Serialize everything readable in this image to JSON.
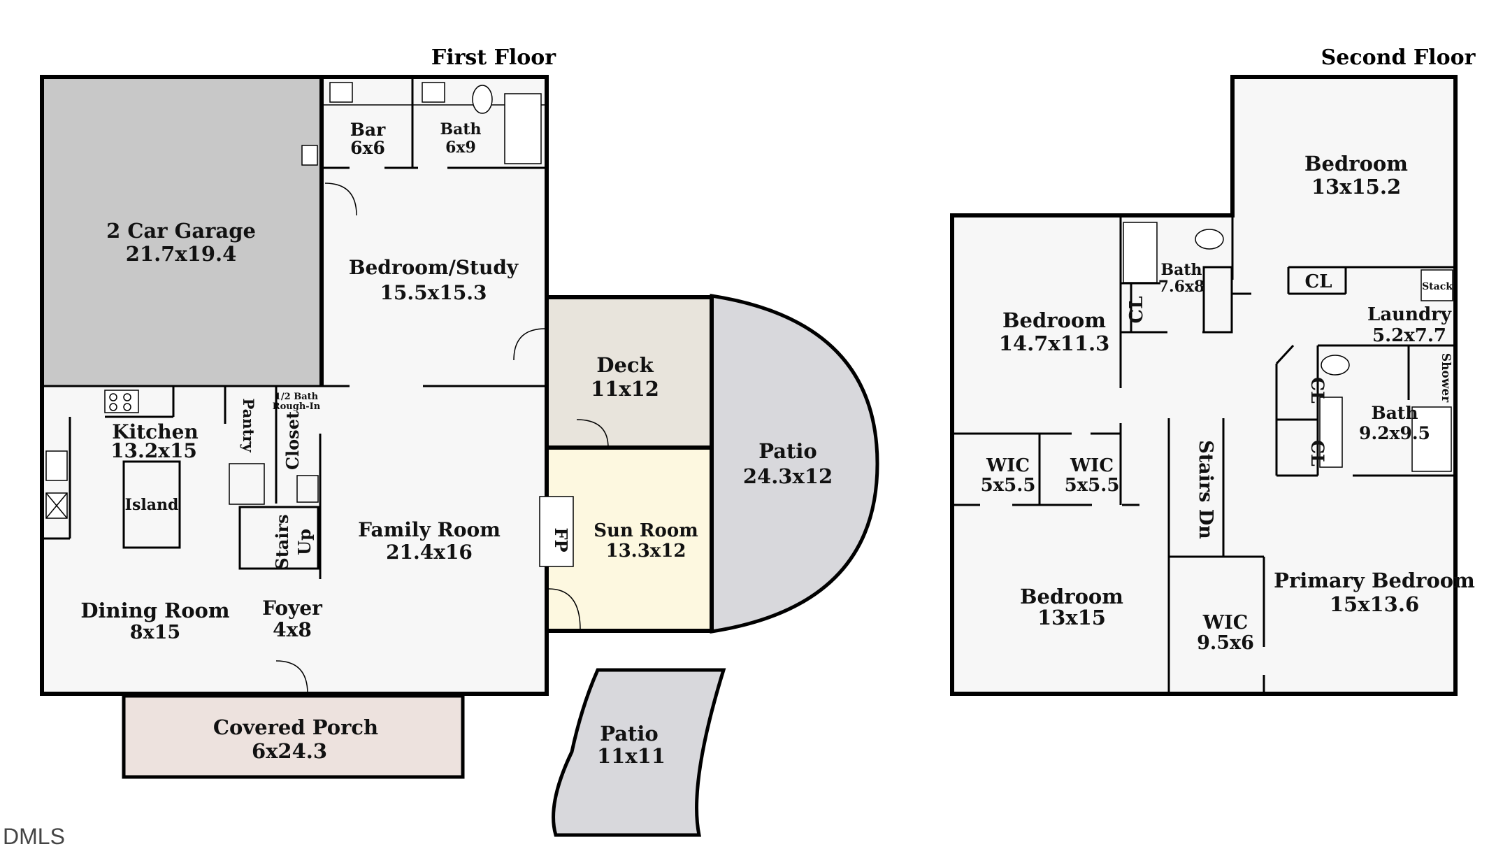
{
  "titles": {
    "first_floor": "First Floor",
    "second_floor": "Second Floor"
  },
  "watermark": "DMLS",
  "rooms": {
    "garage": {
      "name": "2 Car Garage",
      "dim": "21.7x19.4"
    },
    "bar": {
      "name": "Bar",
      "dim": "6x6"
    },
    "bath1": {
      "name": "Bath",
      "dim": "6x9"
    },
    "bedroom_study": {
      "name": "Bedroom/Study",
      "dim": "15.5x15.3"
    },
    "half_bath": {
      "line1": "1/2 Bath",
      "line2": "Rough-In"
    },
    "kitchen": {
      "name": "Kitchen",
      "dim": "13.2x15"
    },
    "island": {
      "name": "Island"
    },
    "pantry": {
      "name": "Pantry"
    },
    "closet": {
      "name": "Closet"
    },
    "stairs_up": {
      "line1": "Stairs",
      "line2": "Up"
    },
    "family_room": {
      "name": "Family Room",
      "dim": "21.4x16"
    },
    "dining_room": {
      "name": "Dining Room",
      "dim": "8x15"
    },
    "foyer": {
      "name": "Foyer",
      "dim": "4x8"
    },
    "covered_porch": {
      "name": "Covered Porch",
      "dim": "6x24.3"
    },
    "deck": {
      "name": "Deck",
      "dim": "11x12"
    },
    "sun_room": {
      "name": "Sun Room",
      "dim": "13.3x12"
    },
    "fireplace": {
      "name": "FP"
    },
    "patio_large": {
      "name": "Patio",
      "dim": "24.3x12"
    },
    "patio_small": {
      "name": "Patio",
      "dim": "11x11"
    },
    "bedroom_ne": {
      "name": "Bedroom",
      "dim": "13x15.2"
    },
    "bath2": {
      "name": "Bath",
      "dim": "7.6x8"
    },
    "cl_bath2": {
      "name": "CL"
    },
    "bedroom_nw": {
      "name": "Bedroom",
      "dim": "14.7x11.3"
    },
    "cl_laundry": {
      "name": "CL"
    },
    "stack": {
      "name": "Stack"
    },
    "laundry": {
      "name": "Laundry",
      "dim": "5.2x7.7"
    },
    "shower": {
      "name": "Shower"
    },
    "cl_primary_1": {
      "name": "CL"
    },
    "cl_primary_2": {
      "name": "CL"
    },
    "bath3": {
      "name": "Bath",
      "dim": "9.2x9.5"
    },
    "wic1": {
      "name": "WIC",
      "dim": "5x5.5"
    },
    "wic2": {
      "name": "WIC",
      "dim": "5x5.5"
    },
    "stairs_dn": {
      "name": "Stairs Dn"
    },
    "bedroom_sw": {
      "name": "Bedroom",
      "dim": "13x15"
    },
    "wic3": {
      "name": "WIC",
      "dim": "9.5x6"
    },
    "primary_bedroom": {
      "name": "Primary Bedroom",
      "dim": "15x13.6"
    }
  },
  "colors": {
    "garage": "#c8c8c8",
    "floor": "#f7f7f7",
    "deck": "#e8e4dc",
    "sun_room": "#fdf8e0",
    "patio": "#d8d8dc",
    "porch": "#ede2de"
  }
}
